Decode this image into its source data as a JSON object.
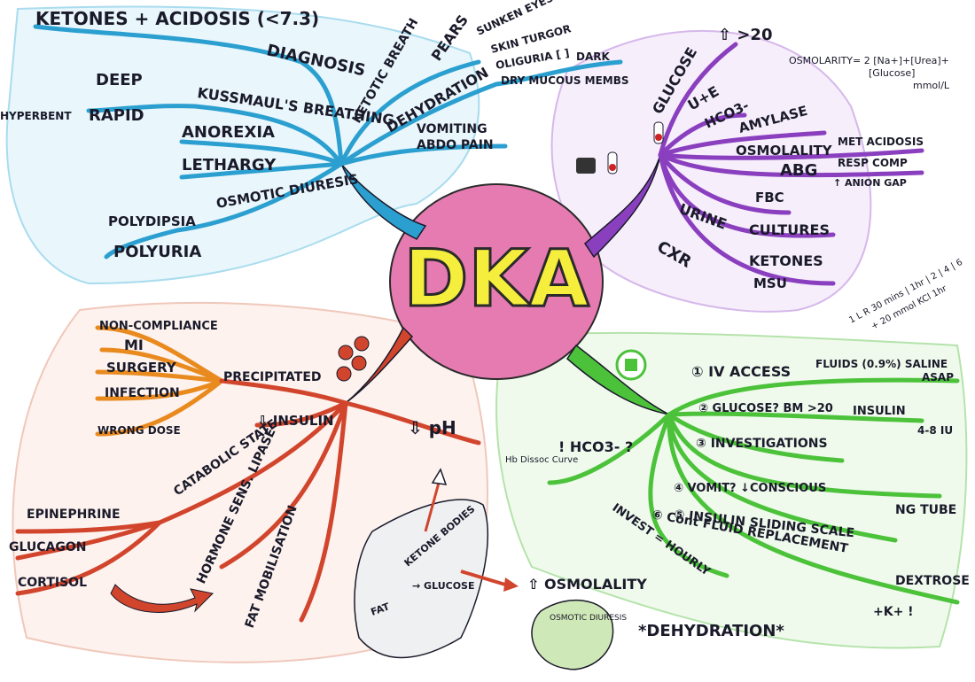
{
  "center": {
    "title": "DKA"
  },
  "colors": {
    "blue": "#2a9fd0",
    "purple": "#8a3fbf",
    "green": "#4cc23a",
    "red": "#d2452d",
    "orange": "#e98a1f",
    "pink": "#e67bb1",
    "yellow": "#f5ee3c"
  },
  "blue": {
    "top_note": "KETONES + ACIDOSIS (<7.3)",
    "diagnosis": "DIAGNOSIS",
    "pears": "PEARS",
    "ketotic_breath": "KETOTIC BREATH",
    "sunken_eyes": "SUNKEN EYES",
    "skin_turgor": "SKIN TURGOR",
    "oliguria": "OLIGURIA [ ]",
    "dark": "DARK",
    "dry_mucous": "DRY MUCOUS MEMBS",
    "dehydration": "DEHYDRATION",
    "hyperbent": "HYPERBENT",
    "deep": "DEEP",
    "rapid": "RAPID",
    "kussmauls": "KUSSMAUL'S BREATHING",
    "anorexia": "ANOREXIA",
    "vomiting": "VOMITING",
    "abdo_pain": "ABDO PAIN",
    "lethargy": "LETHARGY",
    "osmotic_diuresis": "OSMOTIC DIURESIS",
    "polydipsia": "POLYDIPSIA",
    "polyuria": "POLYURIA"
  },
  "purple": {
    "glucose": "GLUCOSE",
    "gt20": "⇧ >20",
    "osmolarity_formula_1": "OSMOLARITY= 2 [Na+]+[Urea]+",
    "osmolarity_formula_2": "[Glucose]",
    "osmolarity_unit": "mmol/L",
    "ue": "U+E",
    "hco3": "HCO3-",
    "amylase": "AMYLASE",
    "osmolality": "OSMOLALITY",
    "abg": "ABG",
    "met_acidosis": "MET ACIDOSIS",
    "resp_comp": "RESP COMP",
    "anion_gap": "↑ ANION GAP",
    "fbc": "FBC",
    "urine": "URINE",
    "cultures": "CULTURES",
    "cxr": "CXR",
    "ketones": "KETONES",
    "msu": "MSU"
  },
  "green": {
    "fluid_note_1": "1 L R 30 mins | 1hr | 2 | 4 | 6",
    "fluid_note_2": "+ 20 mmol KCl 1hr",
    "iv_access": "① IV ACCESS",
    "fluids": "FLUIDS (0.9%) SALINE",
    "asap": "ASAP",
    "glucose_q": "② GLUCOSE? BM >20",
    "insulin": "INSULIN",
    "scale": "4-8 IU",
    "investigations": "③ INVESTIGATIONS",
    "hb_dissoc": "Hb Dissoc Curve",
    "hco3_q": "! HCO3- ?",
    "vomit": "④ VOMIT? ↓CONSCIOUS",
    "ng_tube": "NG TUBE",
    "sliding": "⑤ INSULIN SLIDING SCALE",
    "invest_hourly": "INVEST = HOURLY",
    "cont_fluid": "⑥ Cont FLUID REPLACEMENT",
    "dextrose": "DEXTROSE",
    "k_plus": "+K+ !"
  },
  "red": {
    "precipitated": "PRECIPITATED",
    "non_compliance": "NON-COMPLIANCE",
    "mi": "MI",
    "surgery": "SURGERY",
    "infection": "INFECTION",
    "wrong_dose": "WRONG DOSE",
    "insulin_down": "⇩ INSULIN",
    "ph_down": "⇩ pH",
    "catabolic": "CATABOLIC STATE",
    "epinephrine": "EPINEPHRINE",
    "glucagon": "GLUCAGON",
    "cortisol": "CORTISOL",
    "hormone_lipase": "HORMONE SENS. LIPASE",
    "fat_mobilisation": "FAT MOBILISATION",
    "ketone_bodies": "KETONE BODIES",
    "glucose": "→ GLUCOSE",
    "fat": "FAT",
    "osmolality": "⇧ OSMOLALITY",
    "osmotic_diuresis": "OSMOTIC DIURESIS",
    "dehydration": "*DEHYDRATION*"
  }
}
